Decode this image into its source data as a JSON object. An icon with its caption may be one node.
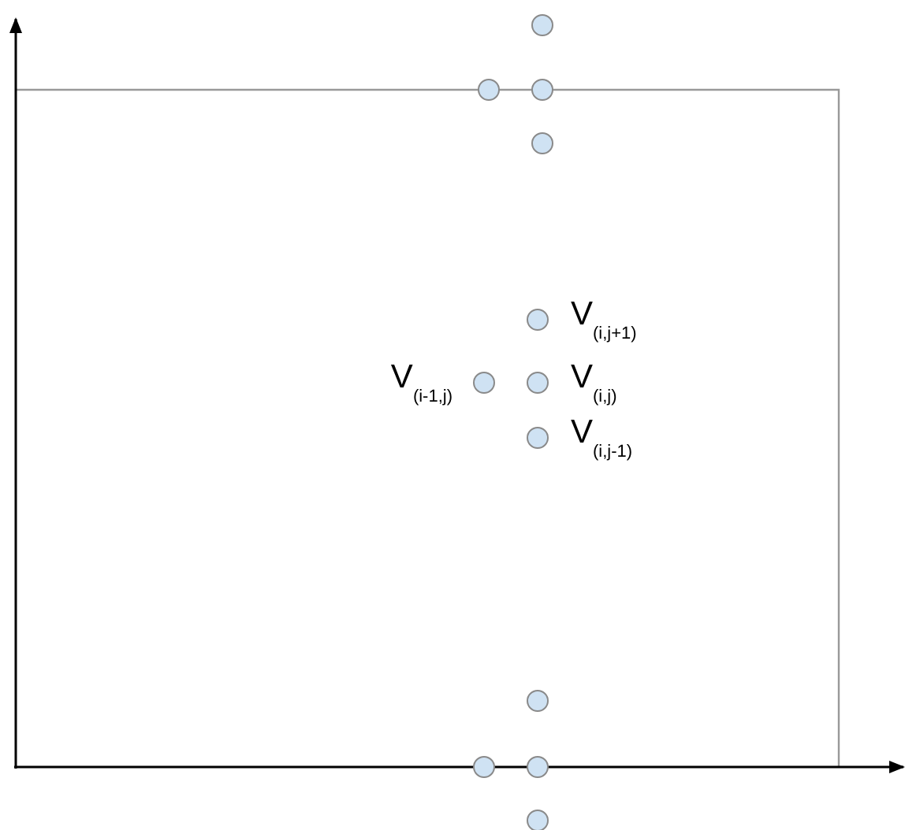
{
  "diagram": {
    "nodes": [
      {
        "text": [],
        "shape": "circle"
      },
      {
        "text": [],
        "shape": "circle"
      },
      {
        "text": [],
        "shape": "circle"
      },
      {
        "text": [],
        "shape": "circle"
      },
      {
        "text": [],
        "shape": "circle",
        "beside": [
          "V$_{(i,j+1)}$"
        ]
      },
      {
        "text": [],
        "shape": "circle",
        "beside": [
          "V$_{(i-1,j)}$"
        ]
      },
      {
        "text": [],
        "shape": "circle",
        "beside": [
          "V$_{(i,j)}$"
        ]
      },
      {
        "text": [],
        "shape": "circle",
        "beside": [
          "V$_{(i,j-1)}$"
        ]
      },
      {
        "text": [],
        "shape": "circle"
      },
      {
        "text": [],
        "shape": "circle"
      },
      {
        "text": [],
        "shape": "circle"
      },
      {
        "text": [],
        "shape": "circle"
      }
    ]
  }
}
